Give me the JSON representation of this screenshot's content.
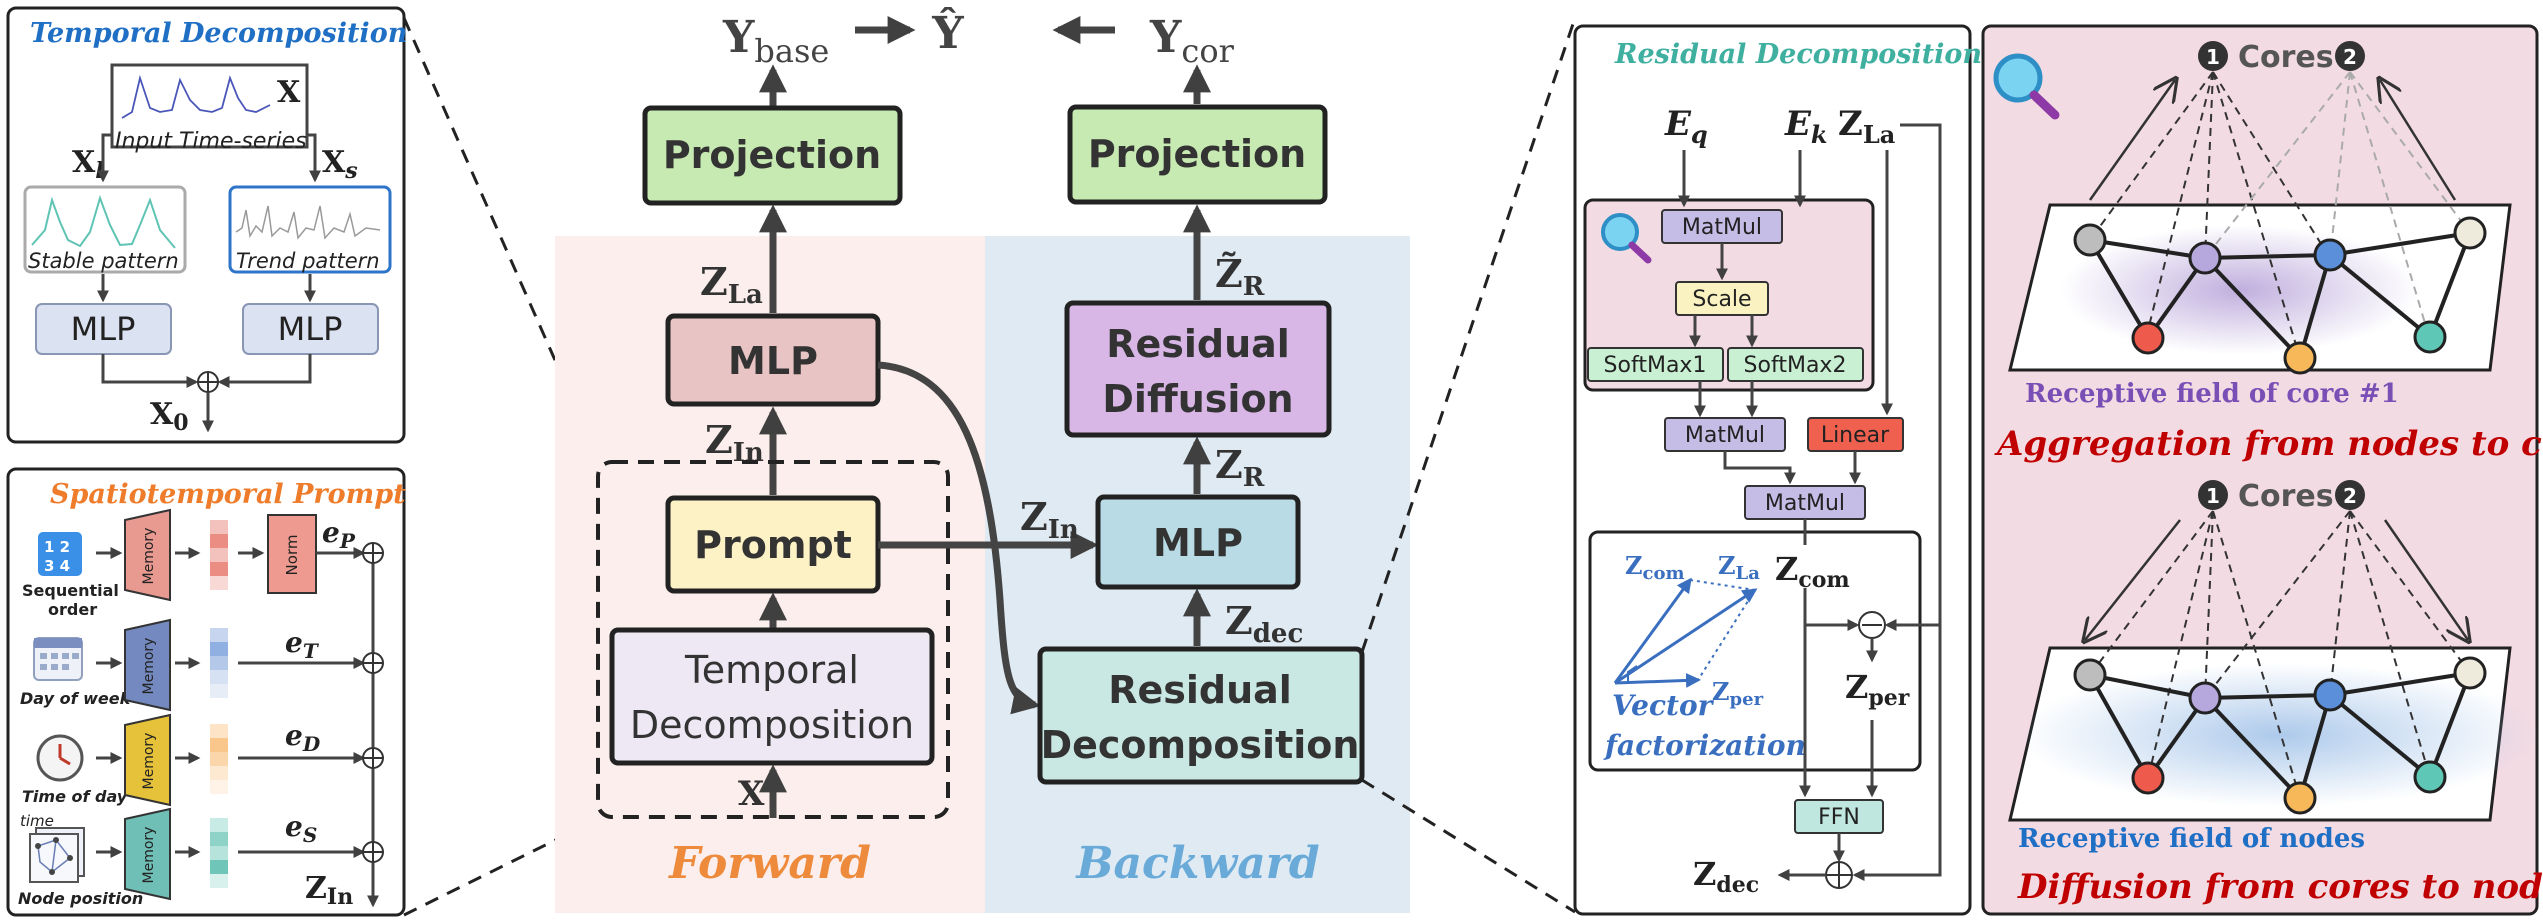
{
  "main": {
    "y_base": "Y",
    "y_base_sub": "base",
    "y_hat": "Ŷ",
    "y_cor": "Y",
    "y_cor_sub": "cor",
    "projection_left": "Projection",
    "projection_right": "Projection",
    "z_la_label": "Z",
    "z_la_sub": "La",
    "mlp_left": "MLP",
    "z_in_label": "Z",
    "z_in_sub": "In",
    "prompt": "Prompt",
    "temporal_decomp_line1": "Temporal",
    "temporal_decomp_line2": "Decomposition",
    "x_input": "X",
    "z_in_mid_label": "Z",
    "z_in_mid_sub": "In",
    "mlp_right": "MLP",
    "z_r_label": "Z",
    "z_r_sub": "R",
    "residual_diffusion_line1": "Residual",
    "residual_diffusion_line2": "Diffusion",
    "z_r_tilde_label": "Z̃",
    "z_r_tilde_sub": "R",
    "z_dec_label": "Z",
    "z_dec_sub": "dec",
    "residual_decomp_line1": "Residual",
    "residual_decomp_line2": "Decomposition",
    "forward_label": "Forward",
    "backward_label": "Backward"
  },
  "temporal_panel": {
    "title": "Temporal Decomposition",
    "x_label": "X",
    "input_caption": "Input Time-series",
    "xl_label": "X",
    "xl_sub": "l",
    "xs_label": "X",
    "xs_sub": "s",
    "stable_caption": "Stable pattern",
    "trend_caption": "Trend pattern",
    "mlp_a": "MLP",
    "mlp_b": "MLP",
    "x0_label": "X",
    "x0_sub": "0"
  },
  "prompt_panel": {
    "title": "Spatiotemporal Prompt",
    "calendar_icon_text": "1 2\n3 4",
    "memory_label": "Memory",
    "norm_label": "Norm",
    "rows": [
      {
        "caption_line1": "Sequential",
        "caption_line2": "order",
        "embed": "e",
        "embed_sub": "P"
      },
      {
        "caption_line1": "Day of week",
        "caption_line2": "",
        "embed": "e",
        "embed_sub": "T"
      },
      {
        "caption_line1": "Time of day",
        "caption_line2": "",
        "embed": "e",
        "embed_sub": "D"
      },
      {
        "caption_line1": "Node position",
        "caption_line2": "",
        "embed": "e",
        "embed_sub": "S"
      }
    ],
    "time_tag": "time",
    "z_in_label": "Z",
    "z_in_sub": "In"
  },
  "residual_panel": {
    "title": "Residual Decomposition",
    "eq_label": "E",
    "eq_sub": "q",
    "ek_label": "E",
    "ek_sub": "k",
    "zla_label": "Z",
    "zla_sub": "La",
    "matmul_1": "MatMul",
    "scale": "Scale",
    "softmax1": "SoftMax1",
    "softmax2": "SoftMax2",
    "matmul_2": "MatMul",
    "linear": "Linear",
    "matmul_3": "MatMul",
    "zcom_label": "Z",
    "zcom_sub": "com",
    "zper_label": "Z",
    "zper_sub": "per",
    "ffn": "FFN",
    "zdec_label": "Z",
    "zdec_sub": "dec",
    "vec_zcom": "Z",
    "vec_zcom_sub": "com",
    "vec_zla": "Z",
    "vec_zla_sub": "La",
    "vec_zper": "Z",
    "vec_zper_sub": "per",
    "vector_caption_line1": "Vector",
    "vector_caption_line2": "factorization"
  },
  "graph_panel": {
    "cores_top": "Cores",
    "cores_bottom": "Cores",
    "core_num_1": "1",
    "core_num_2": "2",
    "receptive_core": "Receptive field of core #1",
    "aggregation_caption": "Aggregation from nodes to cores",
    "receptive_nodes": "Receptive field of nodes",
    "diffusion_caption": "Diffusion from cores to nodes"
  },
  "colors": {
    "projection": "#c7e9b2",
    "mlp_left": "#e8c4c4",
    "prompt": "#fdf2c6",
    "temporal": "#ede8f4",
    "mlp_right": "#b9dbe6",
    "residual_diffusion": "#d8b7e6",
    "residual_decomp": "#c9e8e3",
    "forward_bg": "#fbeeec",
    "backward_bg": "#dfeaf3",
    "forward_text": "#ee8a3c",
    "backward_text": "#6aaad8",
    "title_blue": "#1f6fc5",
    "title_orange": "#ee7c2b",
    "title_teal": "#3fb0a0",
    "caption_red": "#c00000",
    "caption_purple": "#7a4fb5",
    "caption_blue": "#1f6fc5",
    "graph_bg": "#f3dbe3"
  }
}
